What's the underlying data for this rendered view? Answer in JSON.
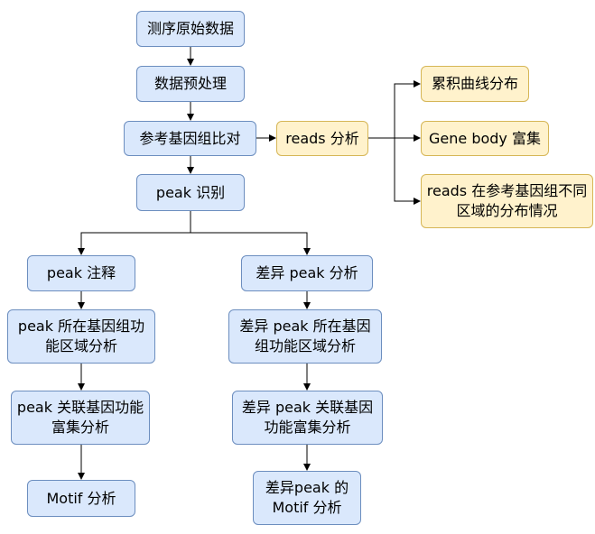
{
  "nodes": {
    "raw_data": "测序原始数据",
    "preprocess": "数据预处理",
    "align": "参考基因组比对",
    "reads_analysis": "reads 分析",
    "cumulative_curve": "累积曲线分布",
    "gene_body": "Gene body 富集",
    "reads_region": "reads 在参考基因组不同区域的分布情况",
    "peak_calling": "peak 识别",
    "peak_annotation": "peak 注释",
    "diff_peak": "差异 peak 分析",
    "peak_region": "peak 所在基因组功能区域分析",
    "diff_peak_region": "差异 peak  所在基因组功能区域分析",
    "peak_enrich": "peak 关联基因功能富集分析",
    "diff_peak_enrich": "差异 peak 关联基因功能富集分析",
    "motif": "Motif 分析",
    "diff_motif": "差异peak 的 Motif 分析"
  },
  "colors": {
    "blue_fill": "#dae8fc",
    "blue_border": "#6c8ebf",
    "yellow_fill": "#fff2cc",
    "yellow_border": "#d6b656",
    "edge": "#000000"
  }
}
